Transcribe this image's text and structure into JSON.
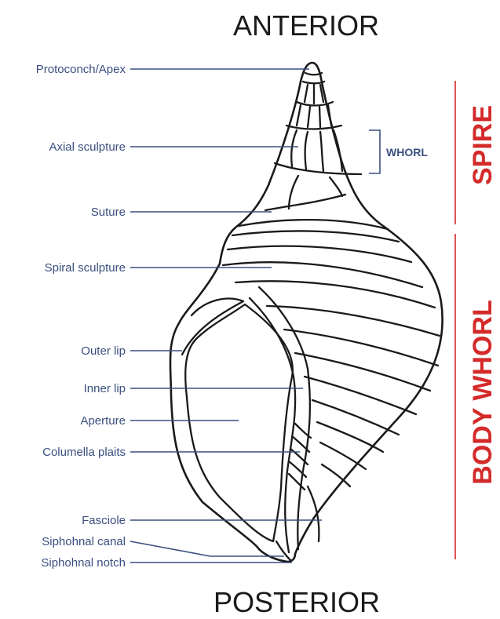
{
  "titles": {
    "top": "ANTERIOR",
    "bottom": "POSTERIOR"
  },
  "labels": {
    "protoconch": "Protoconch/Apex",
    "axial_sculpture": "Axial sculpture",
    "suture": "Suture",
    "spiral_sculpture": "Spiral sculpture",
    "outer_lip": "Outer lip",
    "inner_lip": "Inner lip",
    "aperture": "Aperture",
    "columella_plaits": "Columella plaits",
    "fasciole": "Fasciole",
    "siphonal_canal": "Siphohnal canal",
    "siphonal_notch": "Siphohnal notch"
  },
  "whorl_label": "WHORL",
  "sections": {
    "spire": "SPIRE",
    "body_whorl": "BODY WHORL"
  },
  "colors": {
    "label_text": "#3a4f80",
    "section_accent": "#d42a2a",
    "outline": "#1a1a1a"
  }
}
